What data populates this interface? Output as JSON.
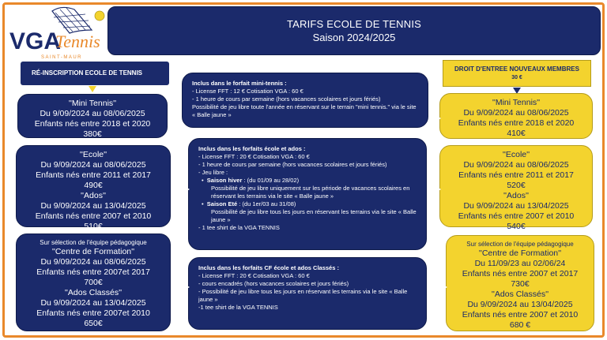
{
  "logo": {
    "brand": "VGA",
    "brand2": "Tennis",
    "place": "SAINT-MAUR",
    "colors": {
      "blue": "#1b2a6b",
      "orange": "#e9892b",
      "yellow": "#f3d32e"
    }
  },
  "banner": {
    "title": "TARIFS ECOLE DE TENNIS",
    "subtitle": "Saison 2024/2025"
  },
  "left": {
    "header": "RÉ-INSCRIPTION ECOLE DE TENNIS",
    "box1": {
      "name": "''Mini Tennis''",
      "dates": "Du 9/09/2024 au 08/06/2025",
      "born": "Enfants nés entre 2018 et 2020",
      "price": "380€"
    },
    "box2": {
      "name1": "''Ecole''",
      "dates1": "Du 9/09/2024 au 08/06/2025",
      "born1": "Enfants nés entre 2011 et 2017",
      "price1": "490€",
      "name2": "''Ados''",
      "dates2": "Du 9/09/2024 au 13/04/2025",
      "born2": "Enfants nés entre 2007 et 2010",
      "price2": "510€"
    },
    "box3": {
      "note": "Sur sélection de l'équipe pédagogique",
      "name1": "''Centre de Formation''",
      "dates1": "Du 9/09/2024 au 08/06/2025",
      "born1": "Enfants nés entre 2007et 2017",
      "price1": "700€",
      "name2": "''Ados Classés''",
      "dates2": "Du 9/09/2024 au 13/04/2025",
      "born2": "Enfants nés entre 2007et 2010",
      "price2": "650€"
    }
  },
  "right": {
    "header": "DROIT D'ENTREE NOUVEAUX MEMBRES",
    "header_sub": "30 €",
    "box1": {
      "name": "''Mini Tennis''",
      "dates": "Du 9/09/2024 au 08/06/2025",
      "born": "Enfants nés entre 2018 et 2020",
      "price": "410€"
    },
    "box2": {
      "name1": "''Ecole''",
      "dates1": "Du 9/09/2024 au 08/06/2025",
      "born1": "Enfants nés entre 2011 et 2017",
      "price1": "520€",
      "name2": "''Ados''",
      "dates2": "Du 9/09/2024 au 13/04/2025",
      "born2": "Enfants nés entre 2007 et 2010",
      "price2": "540€"
    },
    "box3": {
      "note": "Sur sélection de l'équipe pédagogique",
      "name1": "''Centre de Formation''",
      "dates1": "Du 11/09/23 au 02/06/24",
      "born1": "Enfants nés entre 2007 et 2017",
      "price1": "730€",
      "name2": "''Ados Classés''",
      "dates2": "Du 9/09/2024 au 13/04/2025",
      "born2": "Enfants nés entre 2007 et 2010",
      "price2": "680 €"
    }
  },
  "middle": {
    "box1": {
      "title": "Inclus dans le forfait mini-tennis :",
      "lines": [
        "- License FFT : 12 €   Cotisation VGA : 60 €",
        "- 1 heure de cours par semaine (hors vacances scolaires et jours fériés)",
        "Possibilité de jeu libre toute l'année en réservant sur le terrain \"mini tennis.\" via le site « Balle jaune »"
      ]
    },
    "box2": {
      "title": "Inclus dans les forfaits école et ados :",
      "l1": "- License FFT : 20 €   Cotisation VGA : 60 €",
      "l2": "- 1 heure de cours par semaine (hors vacances scolaires et jours fériés)",
      "l3": "- Jeu libre :",
      "winter_label": "Saison hiver",
      "winter_dates": " : (du 01/09 au 28/02)",
      "winter_text": "Possibilité de jeu libre uniquement sur les période de vacances scolaires en réservant les terrains via le site « Balle jaune »",
      "summer_label": "Saison Eté",
      "summer_dates": " : (du 1er/03 au 31/08)",
      "summer_text": "Possibilité de jeu libre tous les jours en réservant les terrains via le site « Balle jaune »",
      "l4": "- 1 tee shirt de la VGA TENNIS"
    },
    "box3": {
      "title": "Inclus dans les forfaits  CF école et ados Classés :",
      "lines": [
        "- License FFT : 20 €   Cotisation VGA : 60 €",
        "- cours encadrés (hors vacances scolaires et jours fériés)",
        "- Possibilité de jeu libre tous les jours en réservant les terrains via le site « Balle jaune »",
        "-1 tee shirt de la VGA TENNIS"
      ]
    }
  }
}
